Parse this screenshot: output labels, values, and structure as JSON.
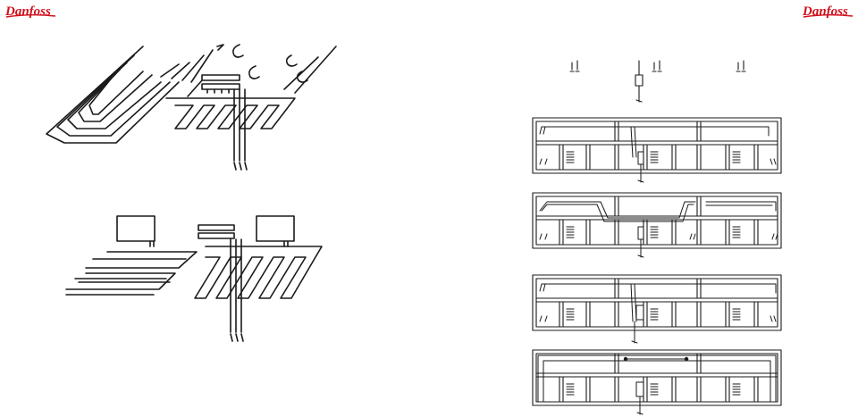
{
  "header": {
    "brand_left": "Danfoss",
    "brand_right": "Danfoss"
  },
  "colors": {
    "brand": "#d0101c",
    "ink": "#1a1a1a",
    "background": "#ffffff"
  },
  "figures": {
    "left": [
      "spiral-and-meander-floor-heating-loops",
      "meander-floor-heating-loops-with-rooms"
    ],
    "right": [
      "thermostat-legend",
      "building-plan-variant-1",
      "building-plan-variant-2",
      "building-plan-variant-3",
      "building-plan-variant-4"
    ]
  }
}
